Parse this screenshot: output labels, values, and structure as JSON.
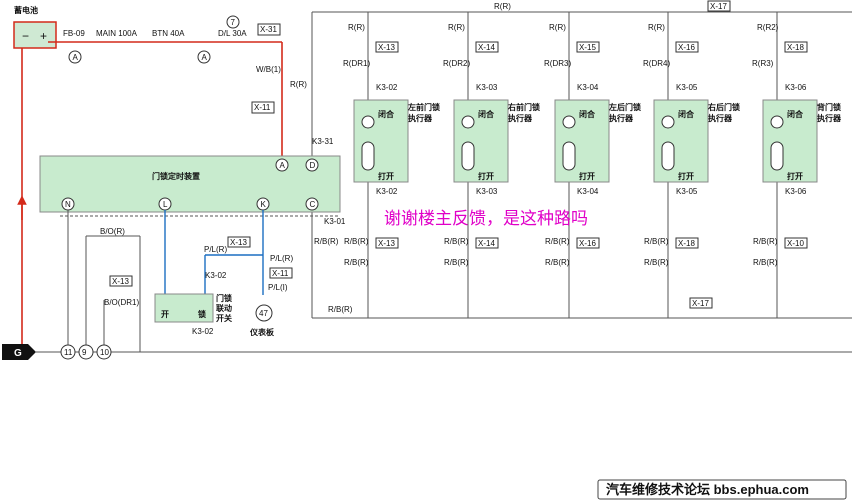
{
  "battery": {
    "label": "蓄电池",
    "minus": "−",
    "plus": "+"
  },
  "ground": "G",
  "fuses": {
    "fb": "FB-09",
    "main": "MAIN 100A",
    "btn": "BTN 40A",
    "dl": "D/L 30A",
    "seven": "7",
    "a1": "A",
    "a2": "A",
    "x31": "X-31"
  },
  "wires": {
    "wb1": "W/B(1)",
    "rr_top": "R(R)",
    "rr_left": "R(R)",
    "x11a": "X-11",
    "k3_31": "K3-31",
    "x17_top": "X-17",
    "k3_01": "K3-01",
    "bor": "B/O(R)",
    "bodr1": "B/O(DR1)",
    "x13_left": "X-13",
    "plr1": "P/L(R)",
    "plr2": "P/L(R)",
    "pli": "P/L(I)",
    "x13_mid": "X-13",
    "x11b": "X-11",
    "k3_02a": "K3-02",
    "k3_02b": "K3-02",
    "rbr": "R/B(R)",
    "x17_bot": "X-17",
    "rbr2": "R/B(R)"
  },
  "timer": {
    "title": "门锁定时装置",
    "n": "N",
    "l": "L",
    "k": "K",
    "c": "C",
    "a": "A",
    "d": "D"
  },
  "switch": {
    "open": "开",
    "lock": "锁",
    "title1": "门锁",
    "title2": "联动",
    "title3": "开关"
  },
  "meter": {
    "num": "47",
    "label": "仪表板"
  },
  "bottom_pins": [
    "11",
    "9",
    "10"
  ],
  "actuators": [
    {
      "rtop": "R(R)",
      "xtop": "X-13",
      "rmid": "R(DR1)",
      "ktop": "K3-02",
      "close": "闭合",
      "open": "打开",
      "name1": "左前门锁",
      "name2": "执行器",
      "kbot": "K3-02",
      "rb": "R/B(R)",
      "xbot": "X-13",
      "rb2": "R/B(R)"
    },
    {
      "rtop": "R(R)",
      "xtop": "X-14",
      "rmid": "R(DR2)",
      "ktop": "K3-03",
      "close": "闭合",
      "open": "打开",
      "name1": "右前门锁",
      "name2": "执行器",
      "kbot": "K3-03",
      "rb": "R/B(R)",
      "xbot": "X-14",
      "rb2": "R/B(R)"
    },
    {
      "rtop": "R(R)",
      "xtop": "X-15",
      "rmid": "R(DR3)",
      "ktop": "K3-04",
      "close": "闭合",
      "open": "打开",
      "name1": "左后门锁",
      "name2": "执行器",
      "kbot": "K3-04",
      "rb": "R/B(R)",
      "xbot": "X-16",
      "rb2": "R/B(R)"
    },
    {
      "rtop": "R(R)",
      "xtop": "X-16",
      "rmid": "R(DR4)",
      "ktop": "K3-05",
      "close": "闭合",
      "open": "打开",
      "name1": "右后门锁",
      "name2": "执行器",
      "kbot": "K3-05",
      "rb": "R/B(R)",
      "xbot": "X-18",
      "rb2": "R/B(R)"
    },
    {
      "rtop": "R(R2)",
      "xtop": "X-18",
      "rmid": "R(R3)",
      "ktop": "K3-06",
      "close": "闭合",
      "open": "打开",
      "name1": "背门锁",
      "name2": "执行器",
      "kbot": "K3-06",
      "rb": "R/B(R)",
      "xbot": "X-10",
      "rb2": "R/B(R)"
    }
  ],
  "comment": "谢谢楼主反馈，是这种路吗",
  "footer": "汽车维修技术论坛 bbs.ephua.com",
  "colors": {
    "red": "#d42a1a",
    "blue": "#1c6fc2",
    "green": "#c8ebce",
    "magenta": "#e000c8"
  }
}
